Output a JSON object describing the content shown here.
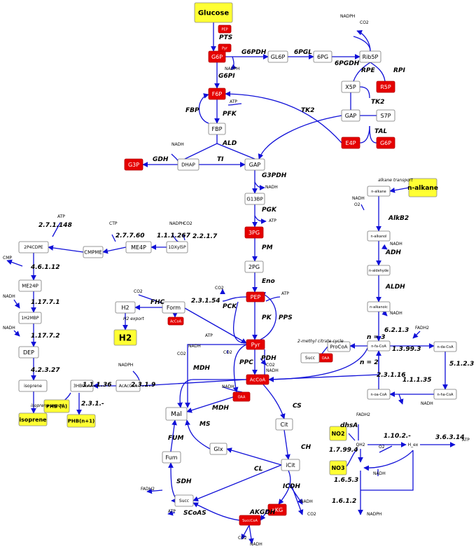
{
  "nodes": [
    {
      "id": "glucose",
      "label": "Glucose",
      "style": "yellow"
    },
    {
      "id": "pep_pts",
      "label": "PEP",
      "style": "red"
    },
    {
      "id": "pyr_pts",
      "label": "Pyr",
      "style": "red"
    },
    {
      "id": "g6p",
      "label": "G6P",
      "style": "red"
    },
    {
      "id": "gl6p",
      "label": "GL6P",
      "style": "white"
    },
    {
      "id": "6pg",
      "label": "6PG",
      "style": "white"
    },
    {
      "id": "rib5p",
      "label": "Rib5P",
      "style": "white"
    },
    {
      "id": "x5p",
      "label": "X5P",
      "style": "white"
    },
    {
      "id": "r5p",
      "label": "R5P",
      "style": "red"
    },
    {
      "id": "gap_ppp",
      "label": "GAP",
      "style": "white"
    },
    {
      "id": "s7p",
      "label": "S7P",
      "style": "white"
    },
    {
      "id": "e4p",
      "label": "E4P",
      "style": "red"
    },
    {
      "id": "g6p_tal",
      "label": "G6P",
      "style": "red"
    },
    {
      "id": "f6p",
      "label": "F6P",
      "style": "red"
    },
    {
      "id": "fbp",
      "label": "FBP",
      "style": "white"
    },
    {
      "id": "g3p",
      "label": "G3P",
      "style": "red"
    },
    {
      "id": "dhap",
      "label": "DHAP",
      "style": "white"
    },
    {
      "id": "gap",
      "label": "GAP",
      "style": "white"
    },
    {
      "id": "g13bp",
      "label": "G13BP",
      "style": "white"
    },
    {
      "id": "3pg",
      "label": "3PG",
      "style": "red"
    },
    {
      "id": "2pg",
      "label": "2PG",
      "style": "white"
    },
    {
      "id": "pep",
      "label": "PEP",
      "style": "red"
    },
    {
      "id": "pyr",
      "label": "Pyr",
      "style": "red"
    },
    {
      "id": "accoa",
      "label": "AcCoA",
      "style": "red"
    },
    {
      "id": "oaa",
      "label": "OAA",
      "style": "red"
    },
    {
      "id": "oaa_mc",
      "label": "OAA",
      "style": "red"
    },
    {
      "id": "succ_mc",
      "label": "Succ",
      "style": "white"
    },
    {
      "id": "procoa",
      "label": "ProCoA",
      "style": "white"
    },
    {
      "id": "cit",
      "label": "Cit",
      "style": "white"
    },
    {
      "id": "icit",
      "label": "iCit",
      "style": "white"
    },
    {
      "id": "akg",
      "label": "aKG",
      "style": "red"
    },
    {
      "id": "succoa",
      "label": "SuccCoA",
      "style": "red"
    },
    {
      "id": "succ",
      "label": "Succ",
      "style": "white"
    },
    {
      "id": "fum",
      "label": "Fum",
      "style": "white"
    },
    {
      "id": "mal",
      "label": "Mal",
      "style": "white"
    },
    {
      "id": "glx",
      "label": "Glx",
      "style": "white"
    },
    {
      "id": "form",
      "label": "Form",
      "style": "white"
    },
    {
      "id": "h2",
      "label": "H2",
      "style": "white"
    },
    {
      "id": "accoa_form",
      "label": "AcCoA",
      "style": "red"
    },
    {
      "id": "h2_big",
      "label": "H2",
      "style": "yellow"
    },
    {
      "id": "1dxyl5p",
      "label": "1DXyl5P",
      "style": "white"
    },
    {
      "id": "me4p",
      "label": "ME4P",
      "style": "white"
    },
    {
      "id": "cmpme",
      "label": "CMPME",
      "style": "white"
    },
    {
      "id": "2p4cdpe",
      "label": "2P4CDPE",
      "style": "white"
    },
    {
      "id": "me24p",
      "label": "ME24P",
      "style": "white"
    },
    {
      "id": "1h2mbp",
      "label": "1H2MBP",
      "style": "white"
    },
    {
      "id": "dep",
      "label": "DEP",
      "style": "white"
    },
    {
      "id": "isoprene",
      "label": "isoprene",
      "style": "white"
    },
    {
      "id": "isoprene_out",
      "label": "isoprene",
      "style": "yellow"
    },
    {
      "id": "3hbcoa",
      "label": "3HBCoA",
      "style": "white"
    },
    {
      "id": "acaccoa",
      "label": "AcAcCoA",
      "style": "white"
    },
    {
      "id": "phb_n",
      "label": "PHB (n)",
      "style": "yellow"
    },
    {
      "id": "phb_n1",
      "label": "PHB(n+1)",
      "style": "yellow"
    },
    {
      "id": "nalkane",
      "label": "n-alkane",
      "style": "yellow"
    },
    {
      "id": "nalkane_in",
      "label": "n-alkane",
      "style": "white"
    },
    {
      "id": "nalkanol",
      "label": "n-alkanol",
      "style": "white"
    },
    {
      "id": "naldehyde",
      "label": "n-aldehyde",
      "style": "white"
    },
    {
      "id": "nalkanoic",
      "label": "n-alkanoic",
      "style": "white"
    },
    {
      "id": "nfacoa",
      "label": "n-fa-CoA",
      "style": "white"
    },
    {
      "id": "ndacoa",
      "label": "n-da-CoA",
      "style": "white"
    },
    {
      "id": "nhacoa",
      "label": "n-ha-CoA",
      "style": "white"
    },
    {
      "id": "noacoa",
      "label": "n-oa-CoA",
      "style": "white"
    },
    {
      "id": "no2",
      "label": "NO2",
      "style": "yellow"
    },
    {
      "id": "no3",
      "label": "NO3",
      "style": "yellow"
    },
    {
      "id": "qh2",
      "label": "QH2",
      "style": "none"
    },
    {
      "id": "hex",
      "label": "H_ex",
      "style": "none"
    }
  ],
  "enzymes": [
    {
      "id": "pts",
      "label": "PTS"
    },
    {
      "id": "g6pdh",
      "label": "G6PDH"
    },
    {
      "id": "6pgl",
      "label": "6PGL"
    },
    {
      "id": "6pgdh",
      "label": "6PGDH"
    },
    {
      "id": "g6pi",
      "label": "G6PI"
    },
    {
      "id": "rpe",
      "label": "RPE"
    },
    {
      "id": "rpi",
      "label": "RPI"
    },
    {
      "id": "tk2a",
      "label": "TK2"
    },
    {
      "id": "tk2b",
      "label": "TK2"
    },
    {
      "id": "tal",
      "label": "TAL"
    },
    {
      "id": "fbp",
      "label": "FBP"
    },
    {
      "id": "pfk",
      "label": "PFK"
    },
    {
      "id": "ald",
      "label": "ALD"
    },
    {
      "id": "gdh",
      "label": "GDH"
    },
    {
      "id": "ti",
      "label": "TI"
    },
    {
      "id": "g3pdh",
      "label": "G3PDH"
    },
    {
      "id": "pgk",
      "label": "PGK"
    },
    {
      "id": "pm",
      "label": "PM"
    },
    {
      "id": "eno",
      "label": "Eno"
    },
    {
      "id": "pk",
      "label": "PK"
    },
    {
      "id": "pps",
      "label": "PPS"
    },
    {
      "id": "pck",
      "label": "PCK"
    },
    {
      "id": "ppc",
      "label": "PPC"
    },
    {
      "id": "pdh",
      "label": "PDH"
    },
    {
      "id": "mdh",
      "label": "MDH"
    },
    {
      "id": "mdh2",
      "label": "MDH"
    },
    {
      "id": "ms",
      "label": "MS"
    },
    {
      "id": "cs",
      "label": "CS"
    },
    {
      "id": "ch",
      "label": "CH"
    },
    {
      "id": "cl",
      "label": "CL"
    },
    {
      "id": "icdh",
      "label": "ICDH"
    },
    {
      "id": "akgdh",
      "label": "AKGDH"
    },
    {
      "id": "scoas",
      "label": "SCoAS"
    },
    {
      "id": "sdh",
      "label": "SDH"
    },
    {
      "id": "fum",
      "label": "FUM"
    },
    {
      "id": "fhc",
      "label": "FHC"
    },
    {
      "id": "e231_54",
      "label": "2.3.1.54"
    },
    {
      "id": "h2exp",
      "label": "H2 export"
    },
    {
      "id": "e2217",
      "label": "2.2.1.7"
    },
    {
      "id": "e111267",
      "label": "1.1.1.267"
    },
    {
      "id": "e27760",
      "label": "2.7.7.60"
    },
    {
      "id": "e271148",
      "label": "2.7.1.148"
    },
    {
      "id": "e46112",
      "label": "4.6.1.12"
    },
    {
      "id": "e11771",
      "label": "1.17.7.1"
    },
    {
      "id": "e11772",
      "label": "1.17.7.2"
    },
    {
      "id": "e42327",
      "label": "4.2.3.27"
    },
    {
      "id": "isoexp",
      "label": "isoprene export"
    },
    {
      "id": "e11136",
      "label": "1.1.1.36"
    },
    {
      "id": "e2319",
      "label": "2.3.1.9"
    },
    {
      "id": "e231",
      "label": "2.3.1.-"
    },
    {
      "id": "alktr",
      "label": "alkane transport"
    },
    {
      "id": "alkb2",
      "label": "AlkB2"
    },
    {
      "id": "adh",
      "label": "ADH"
    },
    {
      "id": "aldh",
      "label": "ALDH"
    },
    {
      "id": "e6213",
      "label": "6.2.1.3"
    },
    {
      "id": "e13993",
      "label": "1.3.99.3"
    },
    {
      "id": "e5123",
      "label": "5.1.2.3"
    },
    {
      "id": "e11135",
      "label": "1.1.1.35"
    },
    {
      "id": "e23116",
      "label": "2.3.1.16"
    },
    {
      "id": "n3",
      "label": "n = 3"
    },
    {
      "id": "n2",
      "label": "n = 2"
    },
    {
      "id": "mcc",
      "label": "2-methyl citrate cycle"
    },
    {
      "id": "dhsa",
      "label": "dhsA"
    },
    {
      "id": "e17994",
      "label": "1.7.99.4"
    },
    {
      "id": "e1102",
      "label": "1.10.2.-"
    },
    {
      "id": "e36314",
      "label": "3.6.3.14"
    },
    {
      "id": "e1653",
      "label": "1.6.5.3"
    },
    {
      "id": "e1612",
      "label": "1.6.1.2"
    }
  ],
  "cofactors": [
    {
      "id": "nadph_6pg",
      "label": "NADPH"
    },
    {
      "id": "co2_6pg",
      "label": "CO2"
    },
    {
      "id": "nadph_g6p",
      "label": "NADPH"
    },
    {
      "id": "atp_pfk",
      "label": "ATP"
    },
    {
      "id": "nadh_gdh",
      "label": "NADH"
    },
    {
      "id": "nadh_g3pdh",
      "label": "NADH"
    },
    {
      "id": "atp_pgk",
      "label": "ATP"
    },
    {
      "id": "atp_pps",
      "label": "ATP"
    },
    {
      "id": "co2_pck",
      "label": "CO2"
    },
    {
      "id": "atp_pck",
      "label": "ATP"
    },
    {
      "id": "co2_ppc",
      "label": "CO2"
    },
    {
      "id": "co2_pdh",
      "label": "CO2"
    },
    {
      "id": "nadh_pdh",
      "label": "NADH"
    },
    {
      "id": "nadh_mdh",
      "label": "NADH"
    },
    {
      "id": "co2_mdh",
      "label": "CO2"
    },
    {
      "id": "nadh_mdh2",
      "label": "NADH"
    },
    {
      "id": "co2_icdh",
      "label": "CO2"
    },
    {
      "id": "nadh_icdh",
      "label": "NADH"
    },
    {
      "id": "co2_akgdh",
      "label": "CO2"
    },
    {
      "id": "nadh_akgdh",
      "label": "NADH"
    },
    {
      "id": "atp_scoas",
      "label": "ATP"
    },
    {
      "id": "fadh2_sdh",
      "label": "FADH2"
    },
    {
      "id": "co2_form",
      "label": "CO2"
    },
    {
      "id": "nadph_dxp",
      "label": "NADPH"
    },
    {
      "id": "co2_dxp",
      "label": "CO2"
    },
    {
      "id": "ctp",
      "label": "CTP"
    },
    {
      "id": "atp_iso",
      "label": "ATP"
    },
    {
      "id": "cmp",
      "label": "CMP"
    },
    {
      "id": "nadh_iso1",
      "label": "NADH"
    },
    {
      "id": "nadh_iso2",
      "label": "NADH"
    },
    {
      "id": "nadph_phb",
      "label": "NADPH"
    },
    {
      "id": "nadh_alk",
      "label": "NADH"
    },
    {
      "id": "o2_alk",
      "label": "O2"
    },
    {
      "id": "nadh_adh",
      "label": "NADH"
    },
    {
      "id": "nadh_aldh",
      "label": "NADH"
    },
    {
      "id": "fadh2_fa",
      "label": "FADH2"
    },
    {
      "id": "nadh_fa",
      "label": "NADH"
    },
    {
      "id": "fadh2_q",
      "label": "FADH2"
    },
    {
      "id": "o2_q",
      "label": "O2"
    },
    {
      "id": "atp_hex",
      "label": "ATP"
    },
    {
      "id": "nadh_q",
      "label": "NADH"
    },
    {
      "id": "nadph_q",
      "label": "NADPH"
    }
  ]
}
